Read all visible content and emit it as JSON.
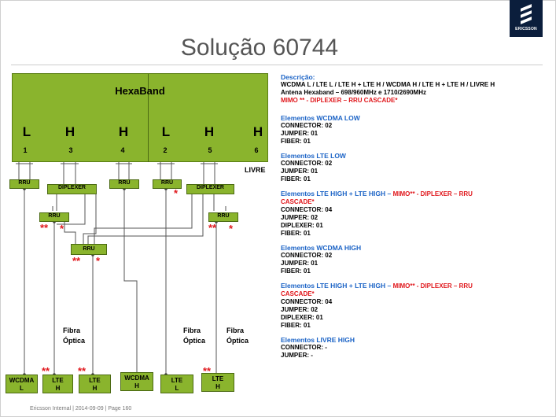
{
  "logo": {
    "word": "ERICSSON"
  },
  "title": "Solução 60744",
  "antenna": {
    "name": "HexaBand",
    "bands": [
      "L",
      "H",
      "H",
      "L",
      "H",
      "H"
    ],
    "ports": [
      "1",
      "3",
      "4",
      "2",
      "5",
      "6"
    ],
    "livre_label": "LIVRE"
  },
  "diagram": {
    "rru_label": "RRU",
    "diplexer_label": "DIPLEXER",
    "single_star": "*",
    "double_star": "**",
    "fibra_line1": "Fibra",
    "fibra_line2": "Óptica",
    "destinations": [
      {
        "line1": "WCDMA",
        "line2": "L"
      },
      {
        "line1": "LTE",
        "line2": "H"
      },
      {
        "line1": "LTE",
        "line2": "H"
      },
      {
        "line1": "WCDMA",
        "line2": "H"
      },
      {
        "line1": "LTE",
        "line2": "L"
      },
      {
        "line1": "LTE",
        "line2": "H"
      }
    ]
  },
  "description": {
    "heading": "Descrição:",
    "line1": "WCDMA L / LTE L / LTE H + LTE H / WCDMA H / LTE H + LTE H / LIVRE H",
    "line2": "Antena Hexaband – 698/960MHz  e  1710/2690MHz",
    "line3": "MIMO ** - DIPLEXER – RRU CASCADE*"
  },
  "sections": [
    {
      "heading": "Elementos WCDMA LOW",
      "heading_red": "",
      "heading_red2": "",
      "lines": [
        "CONNECTOR: 02",
        "JUMPER: 01",
        "FIBER: 01"
      ]
    },
    {
      "heading": "Elementos LTE LOW",
      "heading_red": "",
      "heading_red2": "",
      "lines": [
        "CONNECTOR: 02",
        "JUMPER: 01",
        "FIBER: 01"
      ]
    },
    {
      "heading": "Elementos  LTE HIGH + LTE HIGH – ",
      "heading_red": "MIMO** - DIPLEXER – RRU",
      "heading_red2": "CASCADE*",
      "lines": [
        "CONNECTOR: 04",
        "JUMPER: 02",
        "DIPLEXER: 01",
        "FIBER: 01"
      ]
    },
    {
      "heading": "Elementos WCDMA HIGH",
      "heading_red": "",
      "heading_red2": "",
      "lines": [
        "CONNECTOR: 02",
        "JUMPER: 01",
        "FIBER: 01"
      ]
    },
    {
      "heading": "Elementos  LTE HIGH + LTE HIGH – ",
      "heading_red": "MIMO** - DIPLEXER – RRU",
      "heading_red2": "CASCADE*",
      "lines": [
        "CONNECTOR: 04",
        "JUMPER: 02",
        "DIPLEXER: 01",
        "FIBER: 01"
      ]
    },
    {
      "heading": "Elementos LIVRE HIGH",
      "heading_red": "",
      "heading_red2": "",
      "lines": [
        "CONNECTOR: -",
        "JUMPER: -"
      ]
    }
  ],
  "footer": "Ericsson Internal  |  2014-09-09  |  Page 160"
}
